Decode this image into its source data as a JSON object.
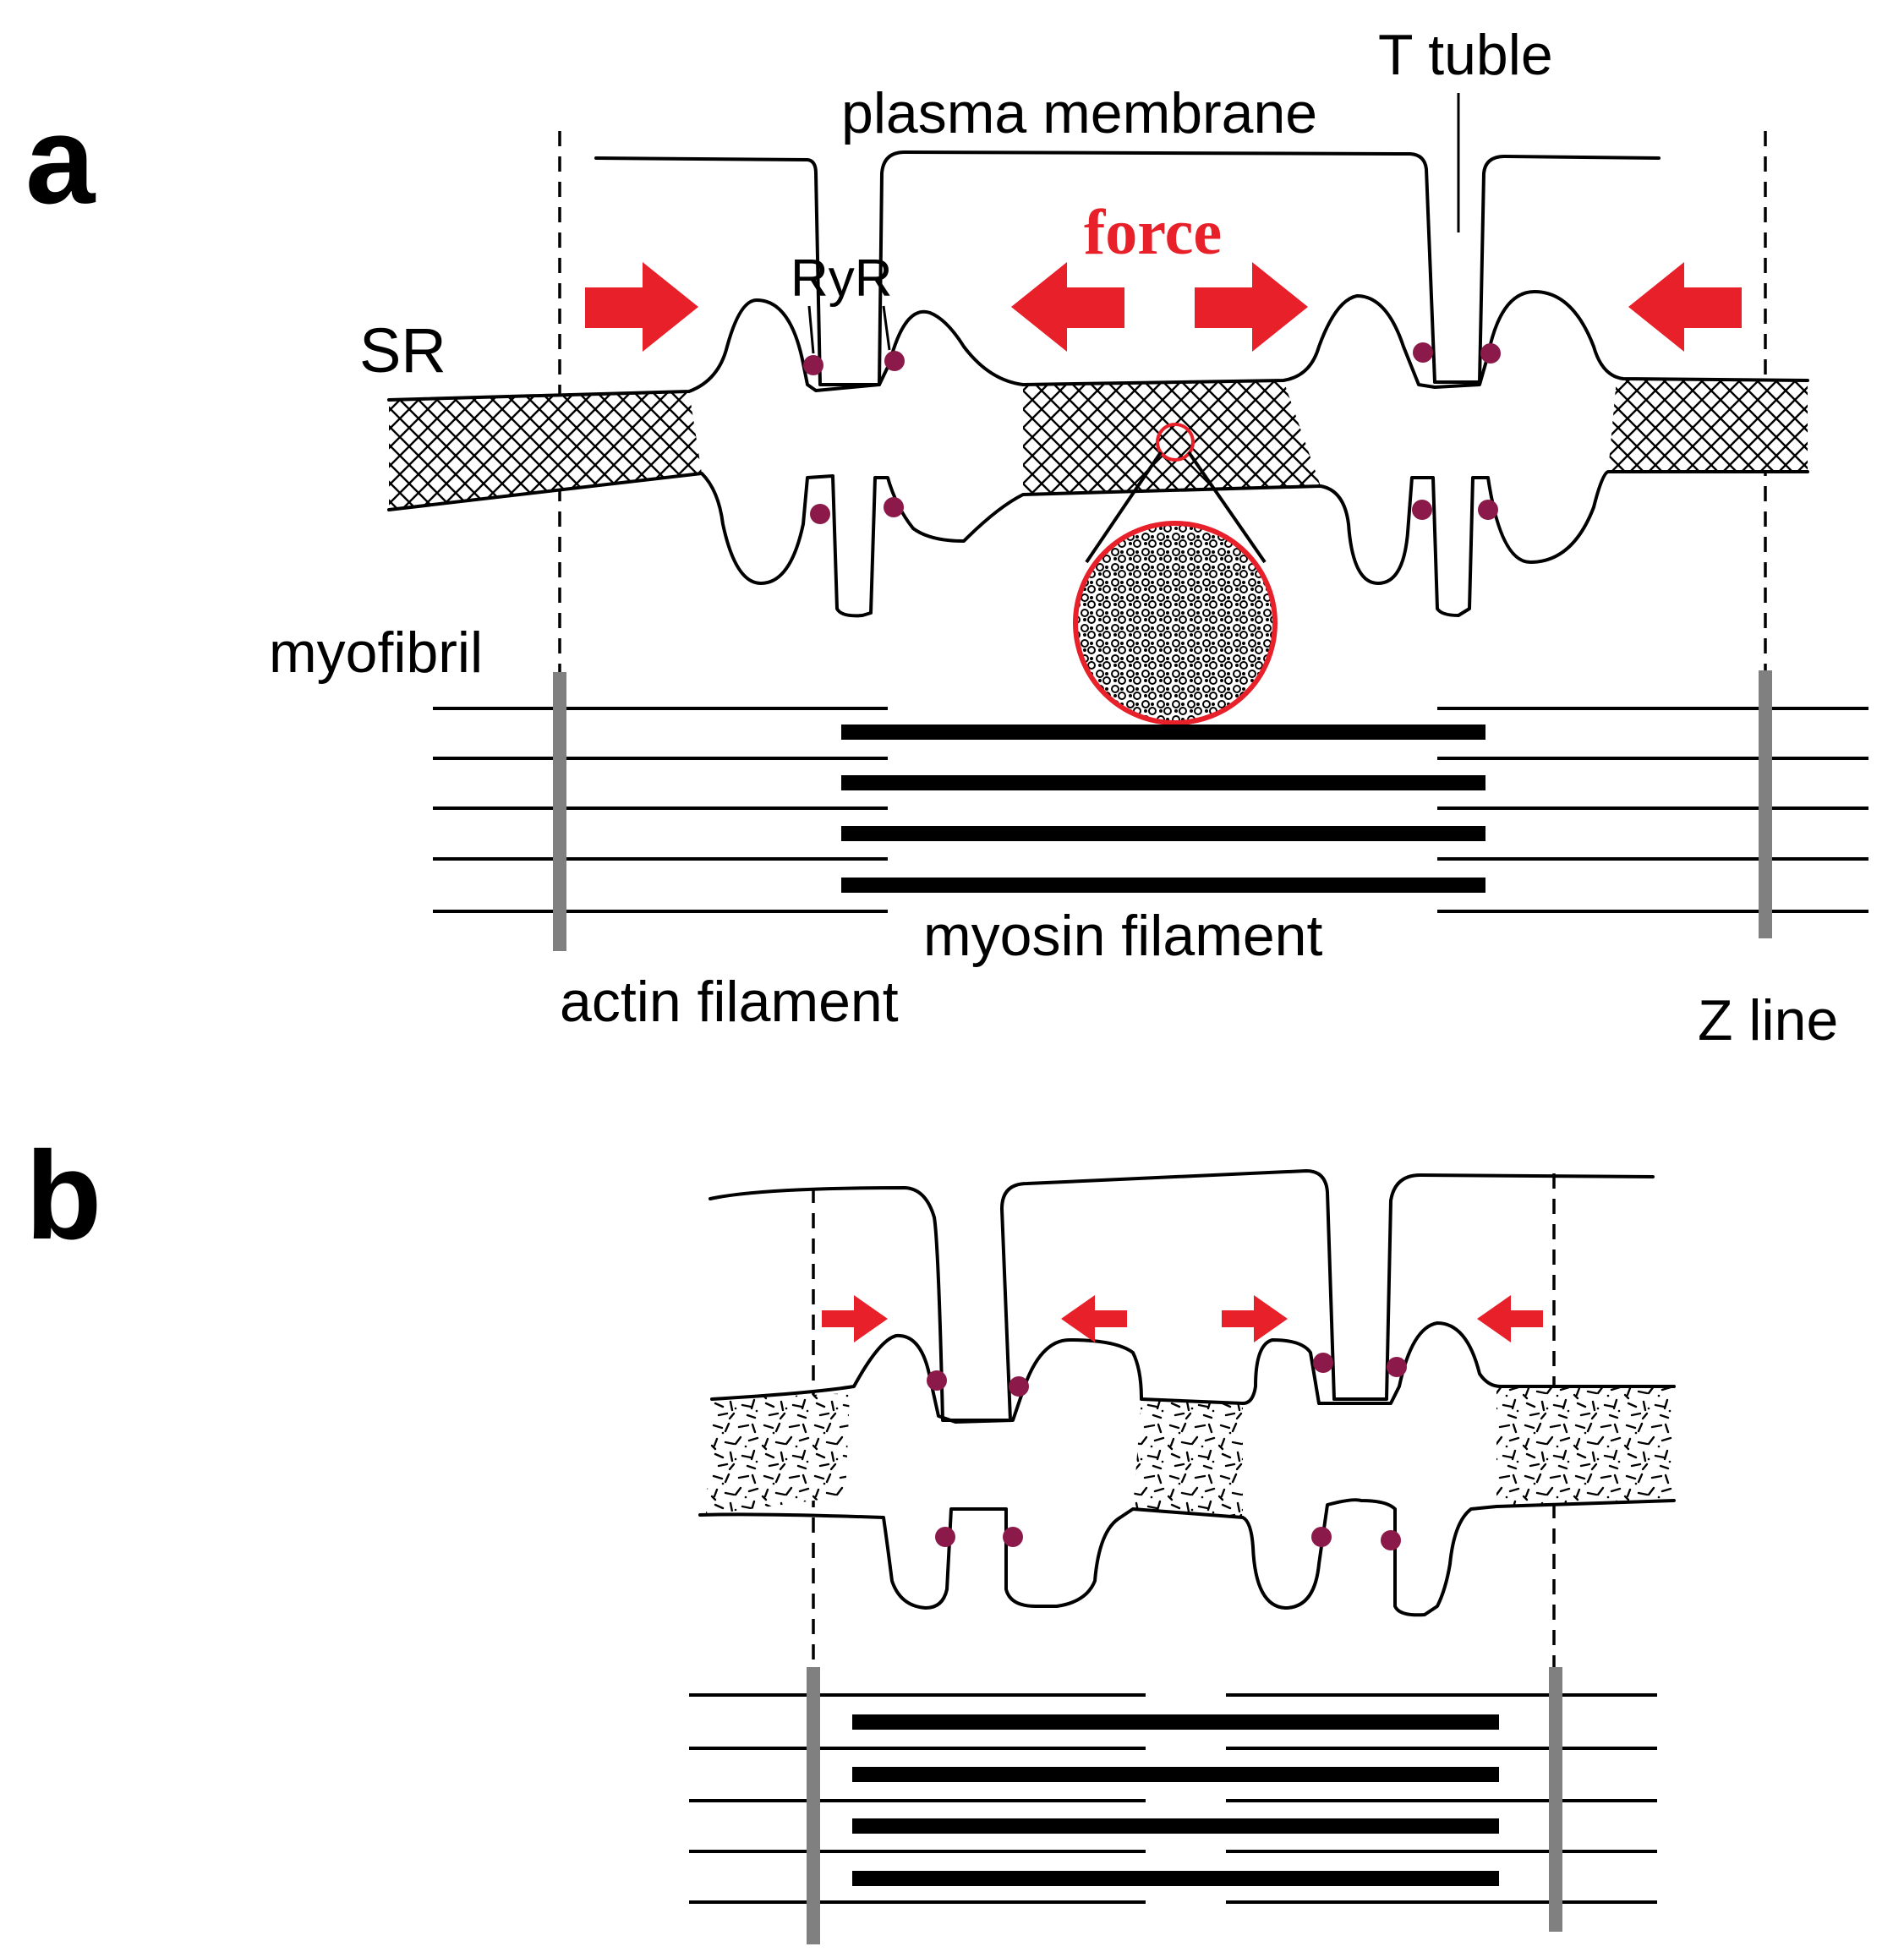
{
  "panels": {
    "a": "a",
    "b": "b"
  },
  "labels": {
    "t_tubule": "T tuble",
    "plasma_membrane": "plasma membrane",
    "force": "force",
    "ryr": "RyR",
    "sr": "SR",
    "myofibril": "myofibril",
    "myosin_filament": "myosin filament",
    "actin_filament": "actin filament",
    "z_line": "Z line"
  },
  "colors": {
    "force_arrow": "#e8202a",
    "ryr_dot": "#8b1a4a",
    "z_line": "#808080"
  }
}
